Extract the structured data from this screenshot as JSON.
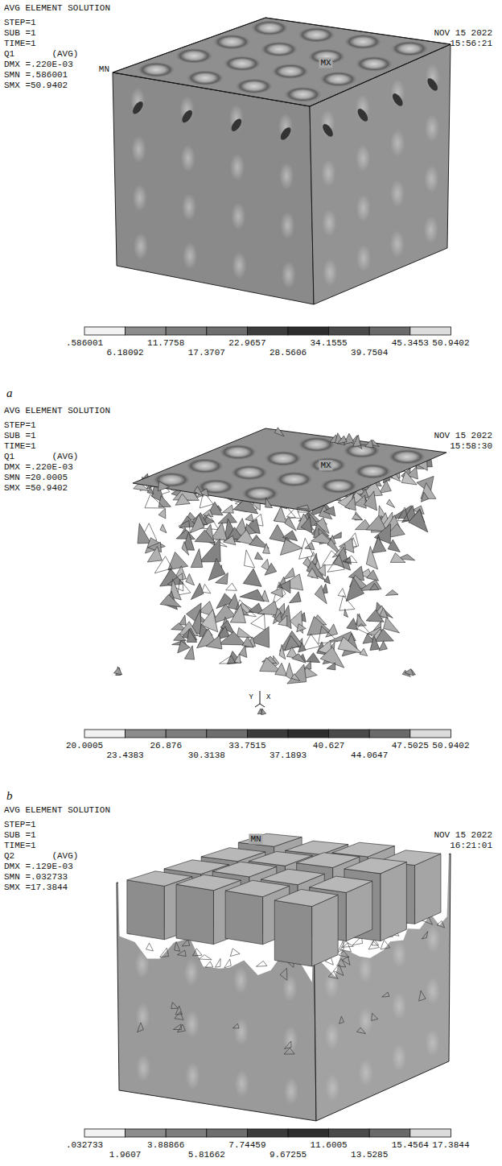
{
  "diagram": {
    "labels": [
      "AVG ELEMENT SOLUTION",
      "STEP=1",
      "SUB =1",
      "TIME=1",
      "Q1       (AVG)",
      "DMX =.220E-03",
      "SMN =.586001",
      "SMX =50.9402",
      "NOV 15 2022",
      "15:56:21",
      "MN",
      "MX",
      ".586001",
      "11.7758",
      "22.9657",
      "34.1555",
      "45.3453",
      "50.9402",
      "6.18092",
      "17.3707",
      "28.5606",
      "39.7504",
      "a",
      "AVG ELEMENT SOLUTION",
      "STEP=1",
      "SUB =1",
      "TIME=1",
      "Q1       (AVG)",
      "DMX =.220E-03",
      "SMN =20.0005",
      "SMX =50.9402",
      "NOV 15 2022",
      "15:58:30",
      "MX",
      "Y",
      "X",
      "20.0005",
      "26.876",
      "33.7515",
      "40.627",
      "47.5025",
      "50.9402",
      "23.4383",
      "30.3138",
      "37.1893",
      "44.0647",
      "b",
      "AVG ELEMENT SOLUTION",
      "STEP=1",
      "SUB =1",
      "TIME=1",
      "Q2       (AVG)",
      "DMX =.129E-03",
      "SMN =.032733",
      "SMX =17.3844",
      "NOV 15 2022",
      "16:21:01",
      "MN",
      ".032733",
      "3.88866",
      "7.74459",
      "11.6005",
      "15.4564",
      "17.3844",
      "1.9607",
      "5.81662",
      "9.67255",
      "13.5285"
    ]
  }
}
